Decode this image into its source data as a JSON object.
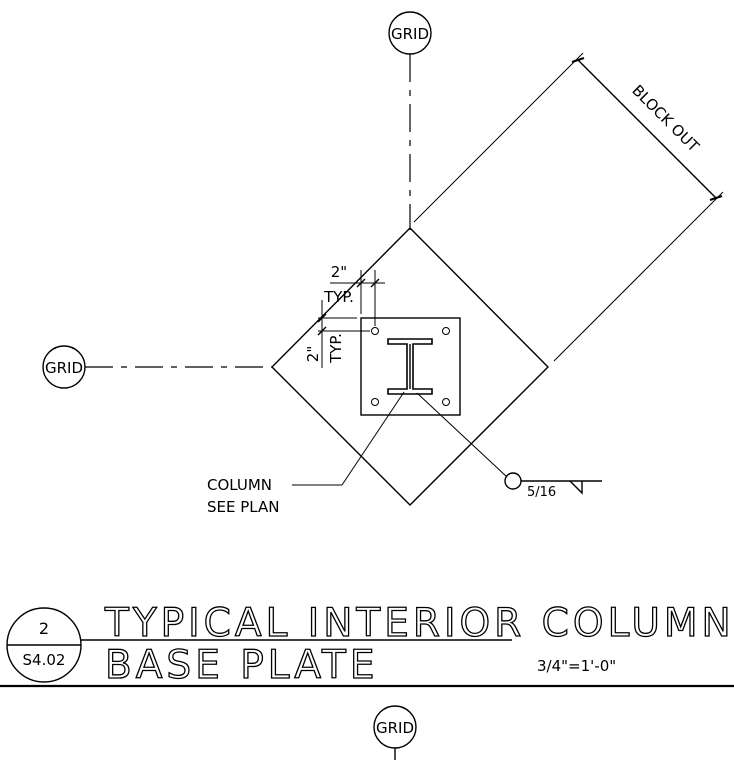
{
  "grid_labels": {
    "top": "GRID",
    "left": "GRID",
    "bottom": "GRID"
  },
  "dimensions": {
    "block_out": "BLOCK OUT",
    "edge_h_value": "2\"",
    "edge_h_typ": "TYP.",
    "edge_v_value": "2\"",
    "edge_v_typ": "TYP."
  },
  "callouts": {
    "column_line1": "COLUMN",
    "column_line2": "SEE PLAN",
    "weld": "5/16"
  },
  "title_block": {
    "detail_number": "2",
    "sheet_number": "S4.02",
    "title_line1": "TYPICAL INTERIOR COLUMN",
    "title_line2": "BASE PLATE",
    "scale": "3/4\"=1'-0\""
  }
}
